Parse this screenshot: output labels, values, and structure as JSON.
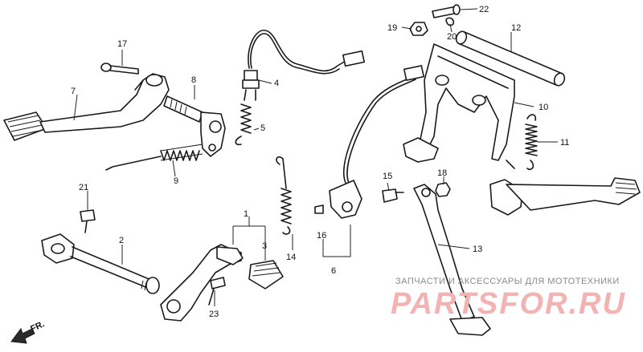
{
  "callouts": [
    {
      "id": "p1",
      "text": "1"
    },
    {
      "id": "p2",
      "text": "2"
    },
    {
      "id": "p3",
      "text": "3"
    },
    {
      "id": "p4",
      "text": "4"
    },
    {
      "id": "p5",
      "text": "5"
    },
    {
      "id": "p6",
      "text": "6"
    },
    {
      "id": "p7",
      "text": "7"
    },
    {
      "id": "p8",
      "text": "8"
    },
    {
      "id": "p9",
      "text": "9"
    },
    {
      "id": "p10",
      "text": "10"
    },
    {
      "id": "p11",
      "text": "11"
    },
    {
      "id": "p12",
      "text": "12"
    },
    {
      "id": "p13",
      "text": "13"
    },
    {
      "id": "p14",
      "text": "14"
    },
    {
      "id": "p15",
      "text": "15"
    },
    {
      "id": "p16",
      "text": "16"
    },
    {
      "id": "p17",
      "text": "17"
    },
    {
      "id": "p18",
      "text": "18"
    },
    {
      "id": "p19",
      "text": "19"
    },
    {
      "id": "p20",
      "text": "20"
    },
    {
      "id": "p21",
      "text": "21"
    },
    {
      "id": "p22",
      "text": "22"
    },
    {
      "id": "p23",
      "text": "23"
    }
  ],
  "direction_marker": "FR.",
  "watermark": {
    "tagline": "ЗАПЧАСТИ И АКСЕССУАРЫ ДЛЯ МОТОТЕХНИКИ",
    "brand": "PARTSFOR.RU",
    "color": "#f3b3b3"
  }
}
